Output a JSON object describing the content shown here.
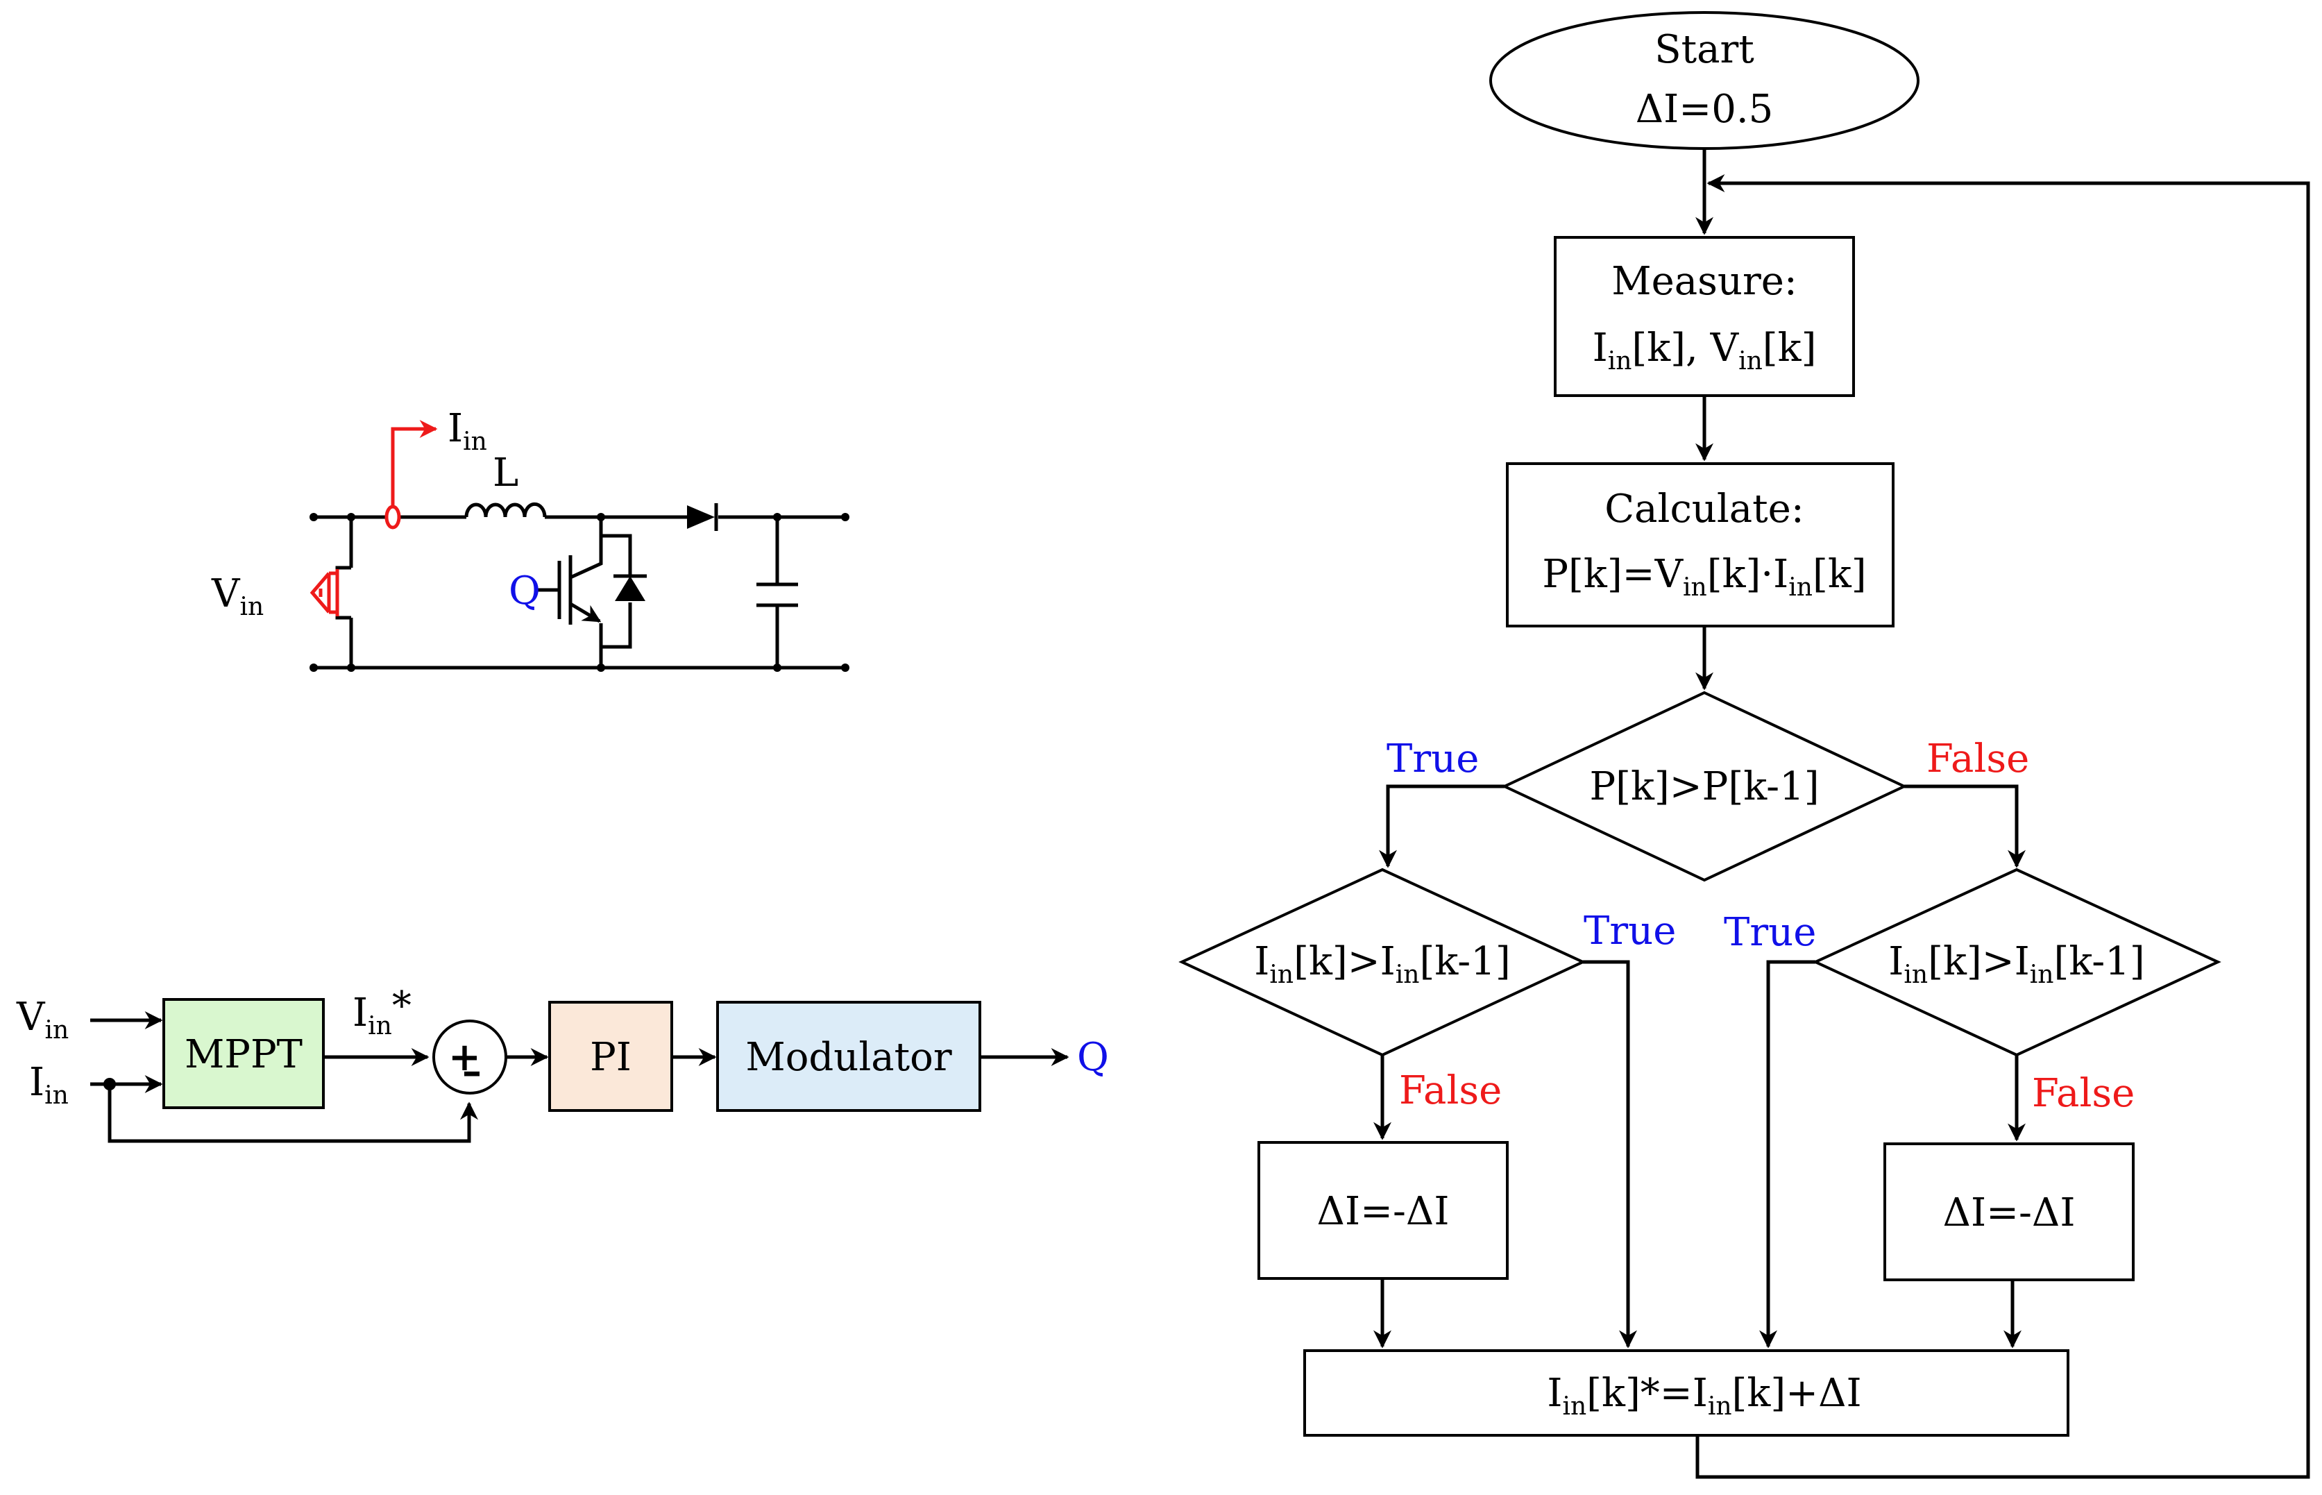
{
  "colors": {
    "true_label": "#1010e8",
    "false_label": "#ee1a1a",
    "current_sensor": "#ee1a1a",
    "mppt_block": "#d9f7cf",
    "pi_block": "#fbe8d9",
    "modulator_block": "#dcecf8"
  },
  "circuit": {
    "inductor": "L",
    "switch": "Q",
    "current_label": {
      "main": "I",
      "sub": "in"
    },
    "voltage_label": {
      "main": "V",
      "sub": "in"
    }
  },
  "control": {
    "input_v": {
      "main": "V",
      "sub": "in"
    },
    "input_i": {
      "main": "I",
      "sub": "in"
    },
    "mppt": "MPPT",
    "ref": {
      "main": "I",
      "sub": "in",
      "suffix": "*"
    },
    "sum_plus": "+",
    "sum_minus": "–",
    "pi": "PI",
    "modulator": "Modulator",
    "output": "Q"
  },
  "flowchart": {
    "start": {
      "line1": "Start",
      "line2": "ΔI=0.5"
    },
    "measure": {
      "line1": "Measure:",
      "line2": {
        "a_main": "I",
        "a_sub": "in",
        "a_rest": "[k], ",
        "b_main": "V",
        "b_sub": "in",
        "b_rest": "[k]"
      }
    },
    "calculate": {
      "line1": "Calculate:",
      "line2": {
        "pre": "P[k]=V",
        "sub1": "in",
        "mid": "[k]·I",
        "sub2": "in",
        "post": "[k]"
      }
    },
    "decision_power": "P[k]>P[k-1]",
    "decision_current": {
      "m1": "I",
      "s1": "in",
      "m2": "[k]>I",
      "s2": "in",
      "m3": "[k-1]"
    },
    "true_label": "True",
    "false_label": "False",
    "negate": "ΔI=-ΔI",
    "update": {
      "m1": "I",
      "s1": "in",
      "m2": "[k]*=I",
      "s2": "in",
      "m3": "[k]+ΔI"
    }
  }
}
